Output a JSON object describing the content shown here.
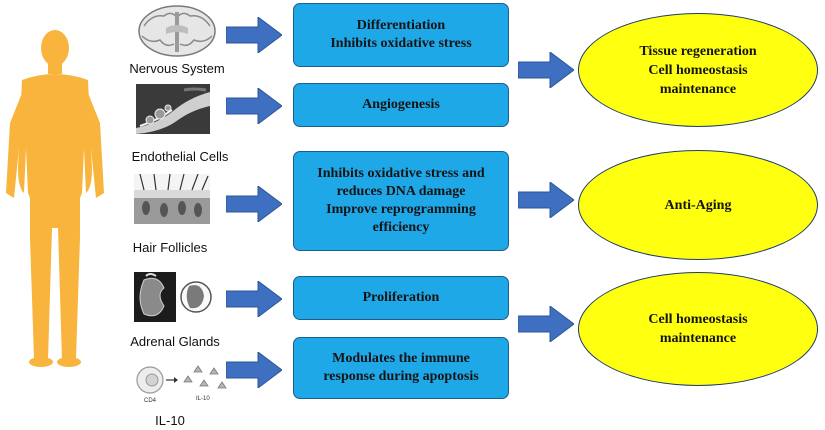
{
  "colors": {
    "box_fill": "#1fa8e8",
    "box_border": "#1b5f8a",
    "ellipse_fill": "#ffff10",
    "arrow_fill": "#3f6fc0",
    "body_fill": "#f8b43c"
  },
  "organs": [
    {
      "label": "Nervous System",
      "icon": "brain-slice-icon"
    },
    {
      "label": "Endothelial Cells",
      "icon": "blood-vessel-icon"
    },
    {
      "label": "Hair Follicles",
      "icon": "skin-section-icon"
    },
    {
      "label": "Adrenal Glands",
      "icon": "kidney-icon"
    },
    {
      "label": "IL-10",
      "icon": "immune-cell-icon",
      "annotations": [
        "CD4",
        "IL-10"
      ]
    }
  ],
  "effects": [
    {
      "lines": [
        "Differentiation",
        "Inhibits oxidative stress"
      ]
    },
    {
      "lines": [
        "Angiogenesis"
      ]
    },
    {
      "lines": [
        "Inhibits oxidative stress and",
        "reduces DNA damage",
        "Improve reprogramming",
        "efficiency"
      ]
    },
    {
      "lines": [
        "Proliferation"
      ]
    },
    {
      "lines": [
        "Modulates the immune",
        "response during apoptosis"
      ]
    }
  ],
  "outcomes": [
    {
      "lines": [
        "Tissue regeneration",
        "Cell homeostasis",
        "maintenance"
      ]
    },
    {
      "lines": [
        "Anti-Aging"
      ]
    },
    {
      "lines": [
        "Cell homeostasis",
        "maintenance"
      ]
    }
  ]
}
